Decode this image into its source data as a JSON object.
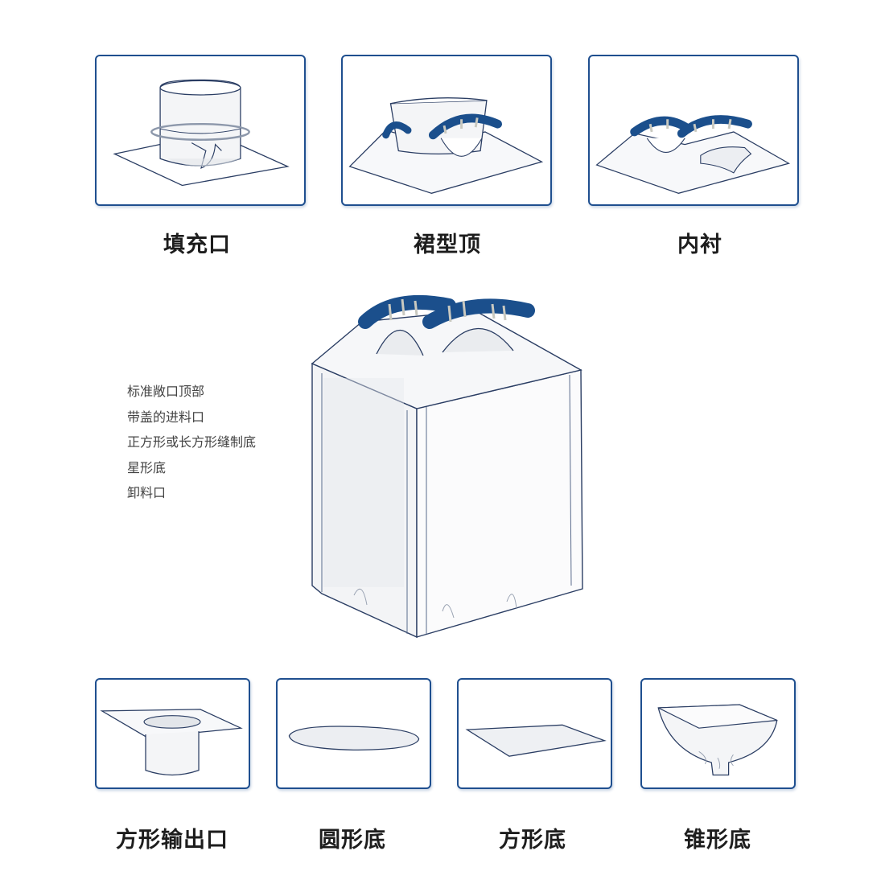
{
  "top_row": [
    {
      "label": "填充口",
      "icon": "filling-spout-icon"
    },
    {
      "label": "裙型顶",
      "icon": "skirt-top-icon"
    },
    {
      "label": "内衬",
      "icon": "inner-liner-icon"
    }
  ],
  "features": [
    "标准敞口顶部",
    "带盖的进料口",
    "正方形或长方形缝制底",
    "星形底",
    "卸料口"
  ],
  "bottom_row": [
    {
      "label": "方形输出口",
      "icon": "square-discharge-spout-icon"
    },
    {
      "label": "圆形底",
      "icon": "round-bottom-icon"
    },
    {
      "label": "方形底",
      "icon": "square-bottom-icon"
    },
    {
      "label": "锥形底",
      "icon": "conical-bottom-icon"
    }
  ],
  "colors": {
    "frame": "#1f4f8f",
    "handle": "#1b4f8c",
    "outline": "#2a3d63",
    "fabric_shadow": "#d9dde3"
  }
}
